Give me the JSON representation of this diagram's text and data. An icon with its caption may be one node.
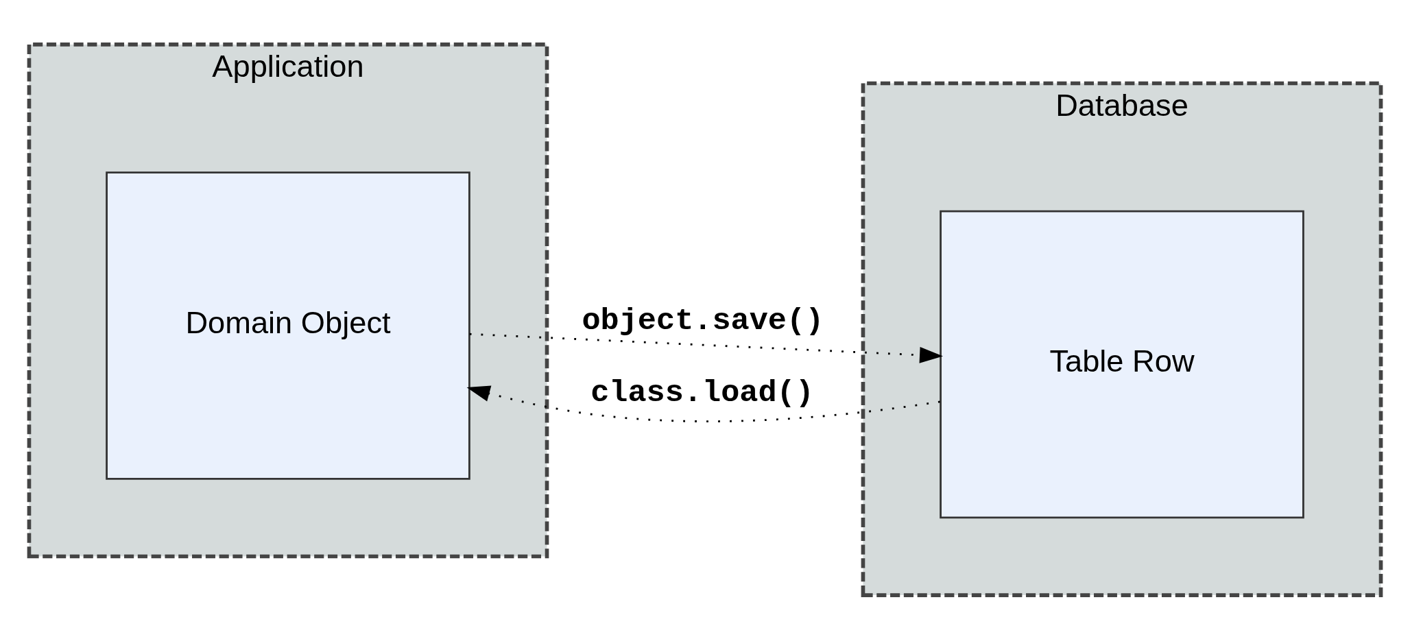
{
  "diagram": {
    "nodes": [
      {
        "text": [
          "Application"
        ]
      },
      {
        "text": [
          "Domain Object"
        ],
        "in": 0
      },
      {
        "text": [
          "Database"
        ]
      },
      {
        "text": [
          "Table Row"
        ],
        "in": 2
      }
    ],
    "edges": [
      {
        "from": 1,
        "to": 3,
        "arrow": "to",
        "label": "object.save()",
        "style": "dashed"
      },
      {
        "from": 3,
        "to": 1,
        "arrow": "to",
        "label": "class.load()",
        "style": "dashed"
      }
    ]
  }
}
